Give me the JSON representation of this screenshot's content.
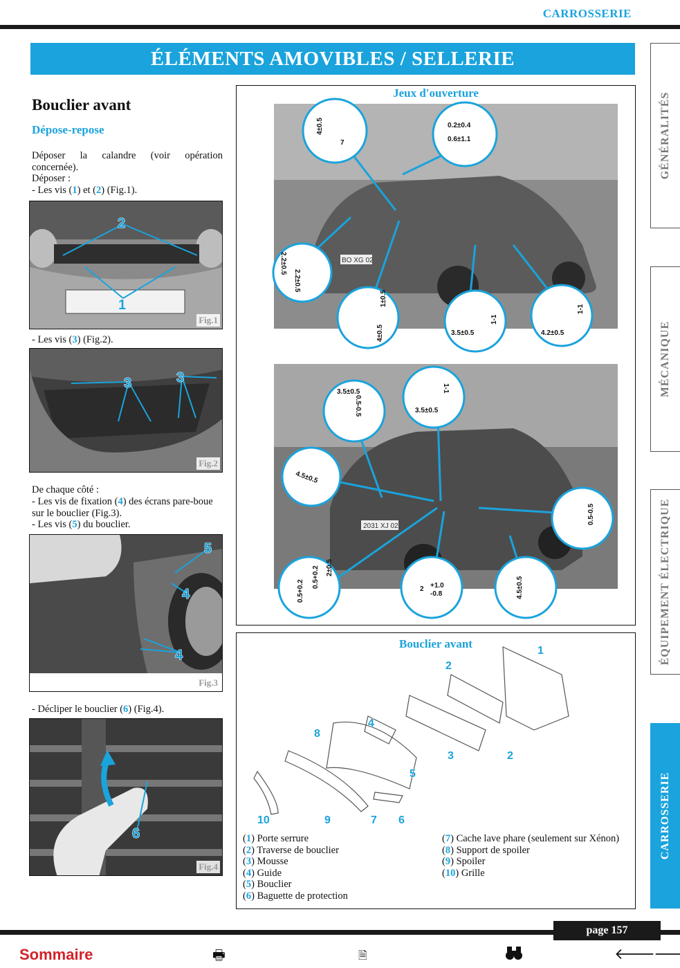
{
  "header": {
    "category": "CARROSSERIE",
    "banner": "ÉLÉMENTS AMOVIBLES / SELLERIE"
  },
  "tabs": [
    {
      "label": "GÉNÉRALITÉS",
      "active": false
    },
    {
      "label": "MÉCANIQUE",
      "active": false
    },
    {
      "label": "ÉQUIPEMENT ÉLECTRIQUE",
      "active": false
    },
    {
      "label": "CARROSSERIE",
      "active": true
    }
  ],
  "section": {
    "title": "Bouclier avant",
    "subtitle": "Dépose-repose",
    "p1": "Déposer la calandre (voir opération concernée).",
    "p2": "Déposer :",
    "p3": {
      "pre": "- Les vis (",
      "n1": "1",
      "mid": ") et (",
      "n2": "2",
      "post": ") (Fig.1)."
    },
    "p4": {
      "pre": "- Les vis (",
      "n": "3",
      "post": ") (Fig.2)."
    },
    "p5": "De chaque côté :",
    "p6": {
      "pre": "- Les vis de fixation (",
      "n": "4",
      "post": ") des écrans pare-boue sur le bouclier (Fig.3)."
    },
    "p7": {
      "pre": "- Les vis (",
      "n": "5",
      "post": ") du bouclier."
    },
    "p8": {
      "pre": "- Décliper le bouclier (",
      "n": "6",
      "post": ") (Fig.4)."
    }
  },
  "figures": {
    "fig1": {
      "label": "Fig.1",
      "callouts": [
        "2",
        "1"
      ]
    },
    "fig2": {
      "label": "Fig.2",
      "callouts": [
        "3",
        "3"
      ]
    },
    "fig3": {
      "label": "Fig.3",
      "callouts": [
        "5",
        "4",
        "4"
      ]
    },
    "fig4": {
      "label": "Fig.4",
      "callouts": [
        "6"
      ]
    }
  },
  "jeux": {
    "title": "Jeux d'ouverture",
    "rear": [
      "4±0.5",
      "7",
      "0.2±0.4",
      "0.6±1.1",
      "2.2±0.5",
      "2.2±0.5",
      "1±0.5",
      "4±0.5",
      "3.5±0.5",
      "1-1",
      "4.2±0.5",
      "1-1"
    ],
    "rear_plate": "BO XG 02",
    "front": [
      "3.5±0.5",
      "0.5-0.5",
      "1-1",
      "3.5±0.5",
      "4.5±0.5",
      "0.5-0.5",
      "0.5+0.2",
      "0.5+0.2",
      "2±0.5",
      "2",
      "+1.0",
      "-0.8",
      "4.5±0.5"
    ],
    "front_plate": "2031 XJ 02"
  },
  "bouclier": {
    "title": "Bouclier avant",
    "callouts": [
      "1",
      "2",
      "4",
      "8",
      "3",
      "2",
      "5",
      "10",
      "9",
      "7",
      "6"
    ],
    "legend_left": [
      {
        "n": "1",
        "t": "Porte serrure"
      },
      {
        "n": "2",
        "t": "Traverse de bouclier"
      },
      {
        "n": "3",
        "t": "Mousse"
      },
      {
        "n": "4",
        "t": "Guide"
      },
      {
        "n": "5",
        "t": "Bouclier"
      },
      {
        "n": "6",
        "t": "Baguette de protection"
      }
    ],
    "legend_right": [
      {
        "n": "7",
        "t": "Cache lave phare (seulement sur Xénon)"
      },
      {
        "n": "8",
        "t": "Support de spoiler"
      },
      {
        "n": "9",
        "t": "Spoiler"
      },
      {
        "n": "10",
        "t": "Grille"
      }
    ]
  },
  "footer": {
    "page": "page 157",
    "sommaire": "Sommaire",
    "icons": [
      "print-icon",
      "document-icon",
      "binoculars-icon",
      "back-arrow-icon",
      "forward-arrow-icon"
    ]
  }
}
